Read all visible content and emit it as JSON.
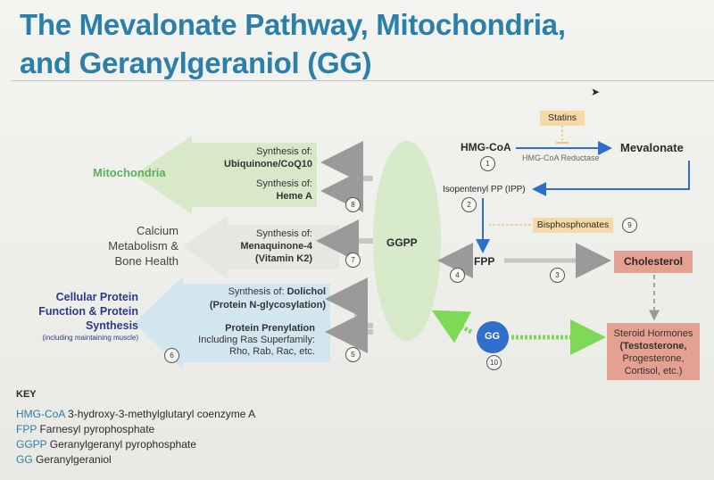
{
  "title": {
    "line1": "The Mevalonate Pathway, Mitochondria,",
    "line2": "and Geranylgeraniol (GG)"
  },
  "pathway": {
    "hmg_coa": "HMG-CoA",
    "mevalonate": "Mevalonate",
    "statins": "Statins",
    "hmg_reductase": "HMG-CoA Reductase",
    "ipp": "Isopentenyl PP (IPP)",
    "bisphosphonates": "Bisphosphonates",
    "fpp": "FPP",
    "cholesterol": "Cholesterol",
    "ggpp": "GGPP",
    "gg": "GG",
    "steroid_line1": "Steroid Hormones",
    "steroid_line2": "(Testosterone,",
    "steroid_line3": "Progesterone,",
    "steroid_line4": "Cortisol, etc.)"
  },
  "outputs": {
    "ubiquinone_pre": "Synthesis of:",
    "ubiquinone": "Ubiquinone/CoQ10",
    "heme_pre": "Synthesis of:",
    "heme": "Heme A",
    "mena_pre": "Synthesis of:",
    "mena": "Menaquinone-4",
    "mena2": "(Vitamin K2)",
    "dolichol_pre": "Synthesis of: ",
    "dolichol": "Dolichol",
    "dolichol2": "(Protein N-glycosylation)",
    "prenylation": "Protein Prenylation",
    "prenylation2": "Including Ras Superfamily:",
    "prenylation3": "Rho, Rab, Rac, etc."
  },
  "targets": {
    "mitochondria": "Mitochondria",
    "calcium1": "Calcium",
    "calcium2": "Metabolism &",
    "calcium3": "Bone Health",
    "cellular1": "Cellular Protein",
    "cellular2": "Function & Protein",
    "cellular3": "Synthesis",
    "cellular4": "(including maintaining muscle)"
  },
  "numbers": {
    "n1": "1",
    "n2": "2",
    "n3": "3",
    "n4": "4",
    "n5": "5",
    "n6": "6",
    "n7": "7",
    "n8": "8",
    "n9": "9",
    "n10": "10"
  },
  "key": {
    "heading": "KEY",
    "items": [
      {
        "abbr": "HMG-CoA",
        "text": " 3-hydroxy-3-methylglutaryl coenzyme A"
      },
      {
        "abbr": "FPP",
        "text": " Farnesyl pyrophosphate"
      },
      {
        "abbr": "GGPP",
        "text": " Geranylgeranyl pyrophosphate"
      },
      {
        "abbr": "GG",
        "text": " Geranylgeraniol"
      }
    ]
  },
  "colors": {
    "title": "#2c7fa8",
    "mitochondria": "#5bb05b",
    "cellular": "#2d3a8c",
    "arrow_blue": "#2f6fc9",
    "gg_blue": "#2f6fc9",
    "cholesterol_fill": "#e4a090",
    "statins_fill": "#f6d9a6",
    "green_arrow": "#7ed957"
  },
  "decor": {
    "cursor": "cursor-arrow-icon"
  }
}
